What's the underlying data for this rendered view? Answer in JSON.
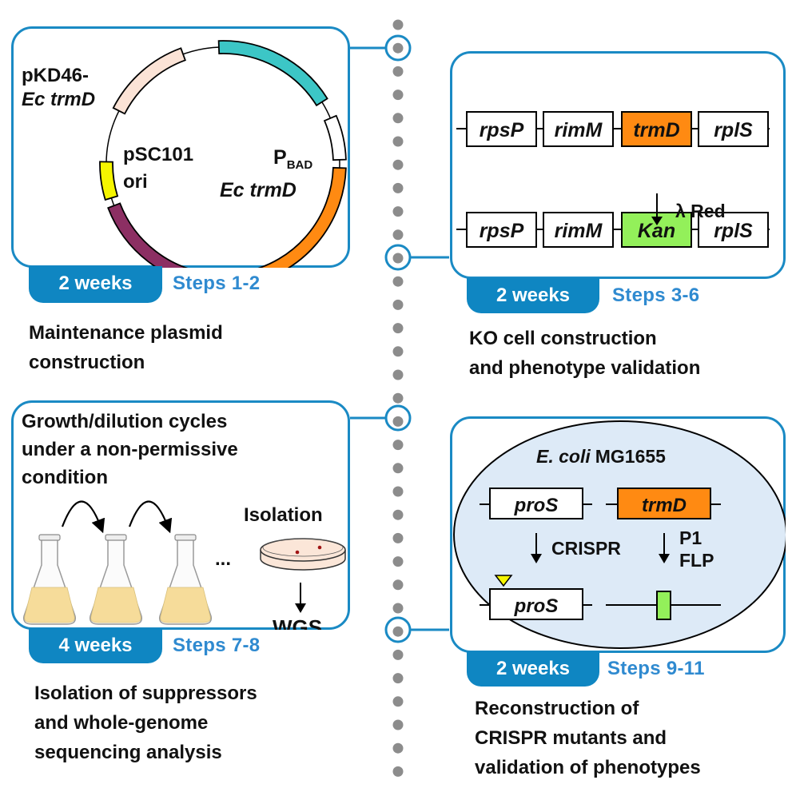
{
  "timeline": {
    "dot_color": "#8c8c8c",
    "ring_color": "#1a8ac4"
  },
  "panels": [
    {
      "id": "plasmid",
      "duration": "2 weeks",
      "steps": "Steps 1-2",
      "description": [
        "Maintenance plasmid",
        "construction"
      ],
      "plasmid_name": [
        "pKD46-",
        "Ec trmD"
      ],
      "origin_label": [
        "pSC101",
        "ori"
      ],
      "promoter_label": "P",
      "promoter_subscript": "BAD",
      "gene_label": "Ec trmD",
      "segments": [
        {
          "name": "pKD46-segment",
          "color": "#fbe3d6"
        },
        {
          "name": "backbone-segment",
          "color": "#3cc6c6"
        },
        {
          "name": "pbad-promoter",
          "color": "#ffffff"
        },
        {
          "name": "ec-trmd-gene",
          "color": "#ff8a12"
        },
        {
          "name": "resistance-segment",
          "color": "#8c2f63"
        },
        {
          "name": "ori-segment",
          "color": "#f5f500"
        }
      ]
    },
    {
      "id": "ko",
      "duration": "2 weeks",
      "steps": "Steps 3-6",
      "description": [
        "KO cell construction",
        "and phenotype validation"
      ],
      "row_before": [
        "rpsP",
        "rimM",
        "trmD",
        "rplS"
      ],
      "row_after": [
        "rpsP",
        "rimM",
        "Kan",
        "rplS"
      ],
      "method": "λ Red",
      "colors": {
        "trmD": "#ff8a12",
        "Kan": "#93f05a"
      }
    },
    {
      "id": "suppressor",
      "duration": "4 weeks",
      "steps": "Steps 7-8",
      "description": [
        "Isolation of suppressors",
        "and whole-genome",
        "sequencing analysis"
      ],
      "box_text": [
        "Growth/dilution cycles",
        "under a non-permissive",
        "condition"
      ],
      "ellipsis": "...",
      "isolation_label": "Isolation",
      "wgs_label": "WGS",
      "liquid_color": "#f6dc9a",
      "dish_color": "#fbe6d8",
      "colony_color": "#a01414"
    },
    {
      "id": "crispr",
      "duration": "2 weeks",
      "steps": "Steps 9-11",
      "description": [
        "Reconstruction of",
        "CRISPR mutants and",
        "validation of phenotypes"
      ],
      "strain_italic": "E. coli",
      "strain_name": "MG1655",
      "gene_left": "proS",
      "gene_right": "trmD",
      "method_left": "CRISPR",
      "method_right": [
        "P1",
        "FLP"
      ],
      "cell_color": "#ddeaf7",
      "mutation_color": "#f5f500",
      "scar_color": "#93f05a"
    }
  ]
}
